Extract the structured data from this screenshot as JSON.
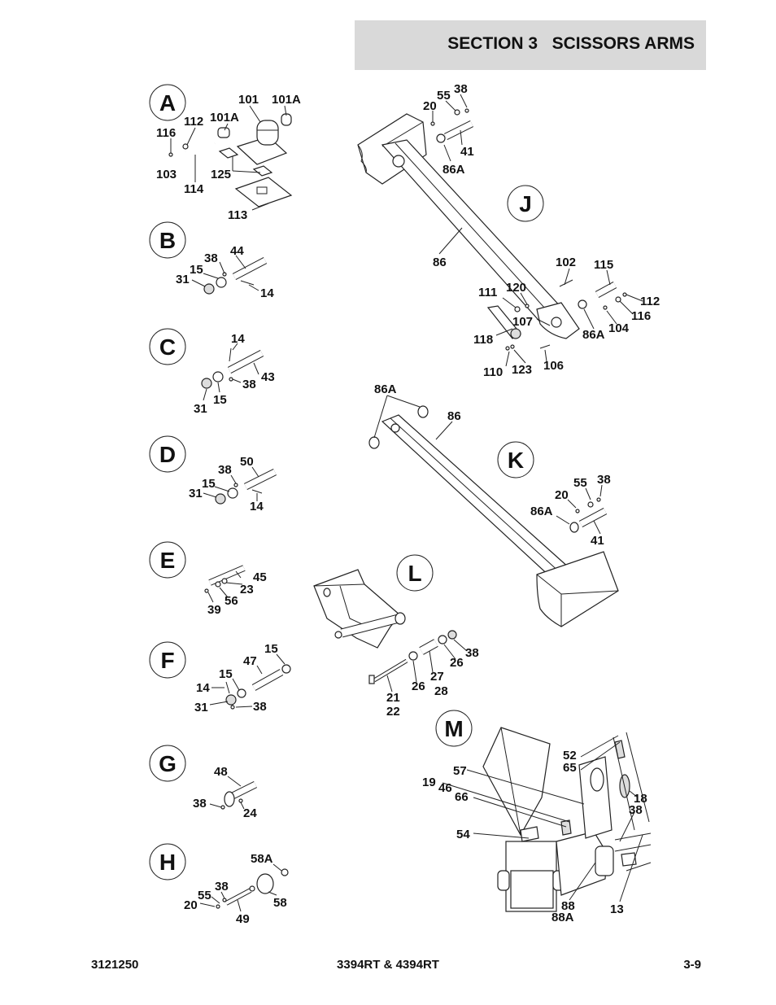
{
  "header": {
    "title": "SECTION 3   SCISSORS ARMS"
  },
  "footer": {
    "left": "3121250",
    "center": "3394RT & 4394RT",
    "right": "3-9"
  },
  "views": {
    "A": {
      "letter": "A",
      "labels": [
        "101",
        "101A",
        "112",
        "101A",
        "116",
        "103",
        "125",
        "114",
        "113"
      ]
    },
    "B": {
      "letter": "B",
      "labels": [
        "44",
        "38",
        "15",
        "31",
        "14"
      ]
    },
    "C": {
      "letter": "C",
      "labels": [
        "14",
        "43",
        "38",
        "15",
        "31"
      ]
    },
    "D": {
      "letter": "D",
      "labels": [
        "50",
        "38",
        "15",
        "31",
        "14"
      ]
    },
    "E": {
      "letter": "E",
      "labels": [
        "45",
        "23",
        "56",
        "39"
      ]
    },
    "F": {
      "letter": "F",
      "labels": [
        "15",
        "47",
        "15",
        "14",
        "31",
        "38"
      ]
    },
    "G": {
      "letter": "G",
      "labels": [
        "48",
        "38",
        "24"
      ]
    },
    "H": {
      "letter": "H",
      "labels": [
        "58A",
        "38",
        "55",
        "20",
        "58",
        "49"
      ]
    },
    "J": {
      "letter": "J",
      "labels": [
        "55",
        "38",
        "20",
        "41",
        "86A",
        "86",
        "102",
        "115",
        "111",
        "120",
        "112",
        "116",
        "107",
        "104",
        "86A",
        "118",
        "110",
        "123",
        "106"
      ]
    },
    "K": {
      "letter": "K",
      "labels": [
        "86A",
        "86",
        "38",
        "55",
        "20",
        "86A",
        "41"
      ]
    },
    "L": {
      "letter": "L",
      "labels": [
        "38",
        "26",
        "27",
        "28",
        "26",
        "21",
        "22"
      ]
    },
    "M": {
      "letter": "M",
      "labels": [
        "52",
        "65",
        "57",
        "19",
        "46",
        "66",
        "18",
        "38",
        "54",
        "88",
        "88A",
        "13"
      ]
    }
  }
}
